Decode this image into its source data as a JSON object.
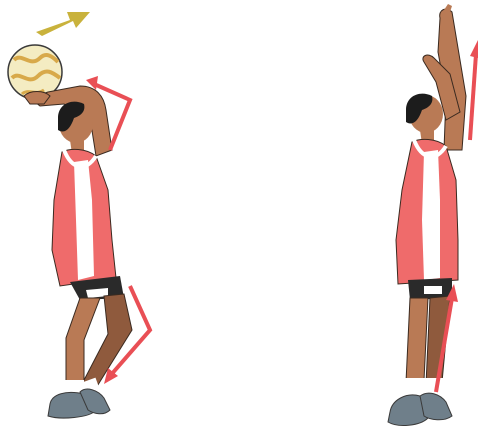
{
  "illustration": {
    "figure_1": {
      "pose": "set-shot-preparation",
      "arrows": [
        "forward-throw-arrow",
        "arm-lift-arrow",
        "knee-bend-arrow"
      ]
    },
    "figure_2": {
      "pose": "set-shot-release",
      "arrows": [
        "arm-extend-arrow",
        "leg-extend-arrow"
      ]
    },
    "colors": {
      "skin": "#b97a55",
      "skin_shadow": "#8f5a3d",
      "bib": "#ef6b6b",
      "bib_stripe": "#ffffff",
      "hair": "#1c1c1c",
      "shorts": "#2a2a2a",
      "shoe": "#6f7f8a",
      "ball": "#f4ecc2",
      "ball_pattern": "#d8a94a",
      "motion_arrow": "#e94f55",
      "direction_arrow": "#c9b23c"
    }
  }
}
